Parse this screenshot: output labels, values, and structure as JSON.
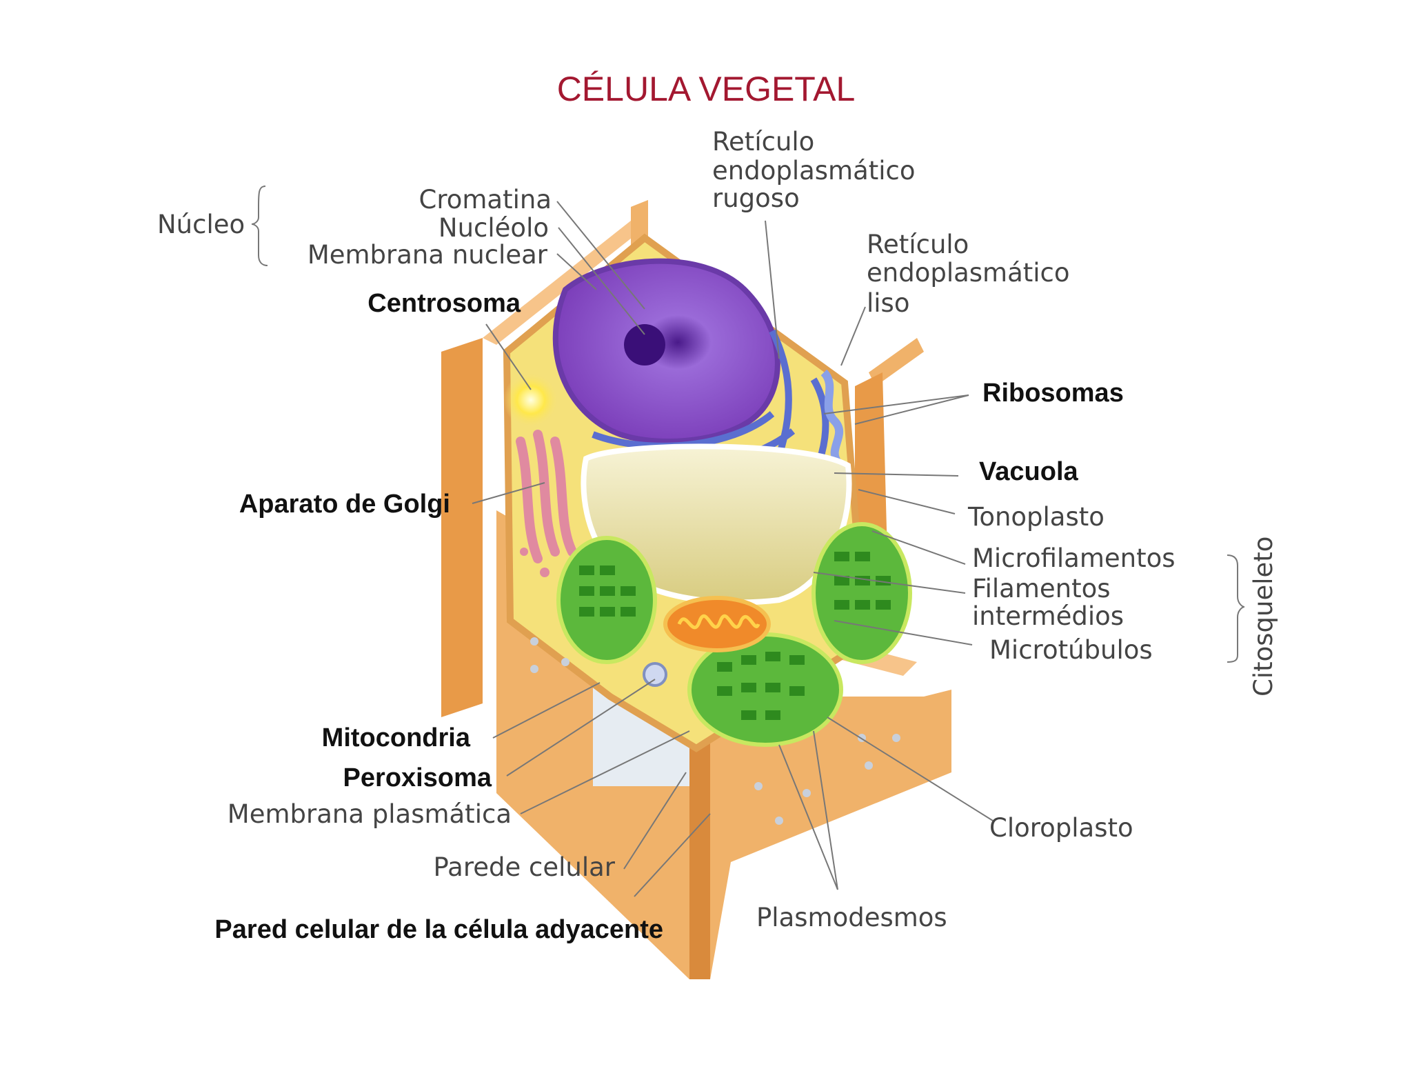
{
  "title": "CÉLULA VEGETAL",
  "labels": {
    "nucleo": "Núcleo",
    "cromatina": "Cromatina",
    "nucleolo": "Nucléolo",
    "membrana_nuclear": "Membrana nuclear",
    "centrosoma": "Centrosoma",
    "rer_1": "Retículo",
    "rer_2": "endoplasmático",
    "rer_3": "rugoso",
    "rel_1": "Retículo",
    "rel_2": "endoplasmático",
    "rel_3": "liso",
    "ribosomas": "Ribosomas",
    "vacuola": "Vacuola",
    "tonoplasto": "Tonoplasto",
    "microfilamentos": "Microfilamentos",
    "filamentos_1": "Filamentos",
    "filamentos_2": "intermédios",
    "microtubulos": "Microtúbulos",
    "citosqueleto": "Citosqueleto",
    "aparato_golgi": "Aparato de Golgi",
    "mitocondria": "Mitocondria",
    "peroxisoma": "Peroxisoma",
    "membrana_plasmatica": "Membrana plasmática",
    "parede_celular": "Parede celular",
    "pared_adyacente": "Pared celular de la célula adyacente",
    "cloroplasto": "Cloroplasto",
    "plasmodesmos": "Plasmodesmos"
  },
  "colors": {
    "title": "#a31830",
    "cell_wall": "#f0b26a",
    "cytoplasm": "#f5e17a",
    "nucleus": "#8b55c8",
    "chloroplast": "#4caf3a",
    "vacuole": "#e9e2b0",
    "golgi": "#e8a0b0",
    "mitochondria": "#f08a2a"
  }
}
